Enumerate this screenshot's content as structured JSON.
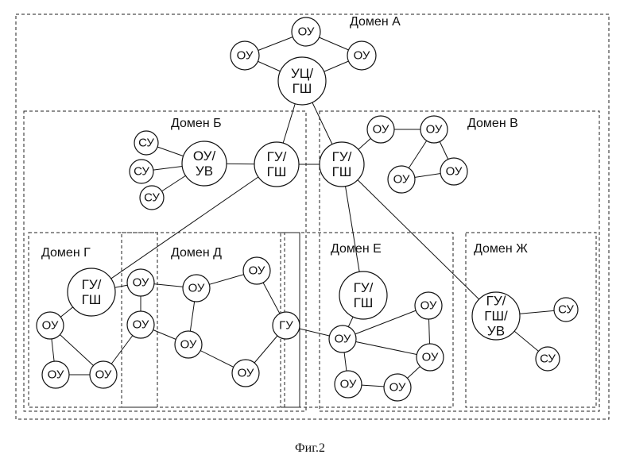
{
  "domains": [
    {
      "id": "A",
      "label": "Домен А"
    },
    {
      "id": "B",
      "label": "Домен Б"
    },
    {
      "id": "V",
      "label": "Домен В"
    },
    {
      "id": "G",
      "label": "Домен Г"
    },
    {
      "id": "D",
      "label": "Домен Д"
    },
    {
      "id": "E",
      "label": "Домен Е"
    },
    {
      "id": "Zh",
      "label": "Домен Ж"
    }
  ],
  "nodes": [
    {
      "id": "a1",
      "lines": [
        "ОУ"
      ]
    },
    {
      "id": "a2",
      "lines": [
        "ОУ"
      ]
    },
    {
      "id": "a3",
      "lines": [
        "ОУ"
      ]
    },
    {
      "id": "a0",
      "lines": [
        "УЦ/",
        "ГШ"
      ]
    },
    {
      "id": "b0",
      "lines": [
        "ГУ/",
        "ГШ"
      ]
    },
    {
      "id": "b1",
      "lines": [
        "ОУ/",
        "УВ"
      ]
    },
    {
      "id": "b2",
      "lines": [
        "СУ"
      ]
    },
    {
      "id": "b3",
      "lines": [
        "СУ"
      ]
    },
    {
      "id": "b4",
      "lines": [
        "СУ"
      ]
    },
    {
      "id": "v0",
      "lines": [
        "ГУ/",
        "ГШ"
      ]
    },
    {
      "id": "v1",
      "lines": [
        "ОУ"
      ]
    },
    {
      "id": "v2",
      "lines": [
        "ОУ"
      ]
    },
    {
      "id": "v3",
      "lines": [
        "ОУ"
      ]
    },
    {
      "id": "v4",
      "lines": [
        "ОУ"
      ]
    },
    {
      "id": "g0",
      "lines": [
        "ГУ/",
        "ГШ"
      ]
    },
    {
      "id": "g1",
      "lines": [
        "ОУ"
      ]
    },
    {
      "id": "g2",
      "lines": [
        "ОУ"
      ]
    },
    {
      "id": "g3",
      "lines": [
        "ОУ"
      ]
    },
    {
      "id": "d1",
      "lines": [
        "ОУ"
      ]
    },
    {
      "id": "d2",
      "lines": [
        "ОУ"
      ]
    },
    {
      "id": "d3",
      "lines": [
        "ОУ"
      ]
    },
    {
      "id": "d4",
      "lines": [
        "ОУ"
      ]
    },
    {
      "id": "d5",
      "lines": [
        "ОУ"
      ]
    },
    {
      "id": "d6",
      "lines": [
        "ОУ"
      ]
    },
    {
      "id": "d7",
      "lines": [
        "ГУ"
      ]
    },
    {
      "id": "e0",
      "lines": [
        "ГУ/",
        "ГШ"
      ]
    },
    {
      "id": "e1",
      "lines": [
        "ОУ"
      ]
    },
    {
      "id": "e2",
      "lines": [
        "ОУ"
      ]
    },
    {
      "id": "e3",
      "lines": [
        "ОУ"
      ]
    },
    {
      "id": "e4",
      "lines": [
        "ОУ"
      ]
    },
    {
      "id": "e5",
      "lines": [
        "ОУ"
      ]
    },
    {
      "id": "z0",
      "lines": [
        "ГУ/",
        "ГШ/",
        "УВ"
      ]
    },
    {
      "id": "z1",
      "lines": [
        "СУ"
      ]
    },
    {
      "id": "z2",
      "lines": [
        "СУ"
      ]
    }
  ],
  "edges": [
    [
      "a1",
      "a2"
    ],
    [
      "a1",
      "a3"
    ],
    [
      "a2",
      "a0"
    ],
    [
      "a3",
      "a0"
    ],
    [
      "a0",
      "b0"
    ],
    [
      "a0",
      "v0"
    ],
    [
      "b0",
      "v0"
    ],
    [
      "b0",
      "b1"
    ],
    [
      "b1",
      "b2"
    ],
    [
      "b1",
      "b3"
    ],
    [
      "b1",
      "b4"
    ],
    [
      "v0",
      "v1"
    ],
    [
      "v1",
      "v2"
    ],
    [
      "v2",
      "v3"
    ],
    [
      "v2",
      "v4"
    ],
    [
      "v3",
      "v4"
    ],
    [
      "b0",
      "g0"
    ],
    [
      "v0",
      "e0"
    ],
    [
      "v0",
      "z0"
    ],
    [
      "g0",
      "g1"
    ],
    [
      "g0",
      "d1"
    ],
    [
      "g1",
      "g2"
    ],
    [
      "g1",
      "g3"
    ],
    [
      "g2",
      "g3"
    ],
    [
      "g3",
      "d2"
    ],
    [
      "d1",
      "d2"
    ],
    [
      "d1",
      "d3"
    ],
    [
      "d3",
      "d4"
    ],
    [
      "d3",
      "d5"
    ],
    [
      "d2",
      "d5"
    ],
    [
      "d5",
      "d6"
    ],
    [
      "d4",
      "d7"
    ],
    [
      "d6",
      "d7"
    ],
    [
      "d7",
      "e1"
    ],
    [
      "e0",
      "e1"
    ],
    [
      "e1",
      "e2"
    ],
    [
      "e2",
      "e3"
    ],
    [
      "e3",
      "e4"
    ],
    [
      "e1",
      "e5"
    ],
    [
      "e4",
      "e5"
    ],
    [
      "e1",
      "e4"
    ],
    [
      "z0",
      "z1"
    ],
    [
      "z0",
      "z2"
    ]
  ],
  "caption": "Фиг.2"
}
